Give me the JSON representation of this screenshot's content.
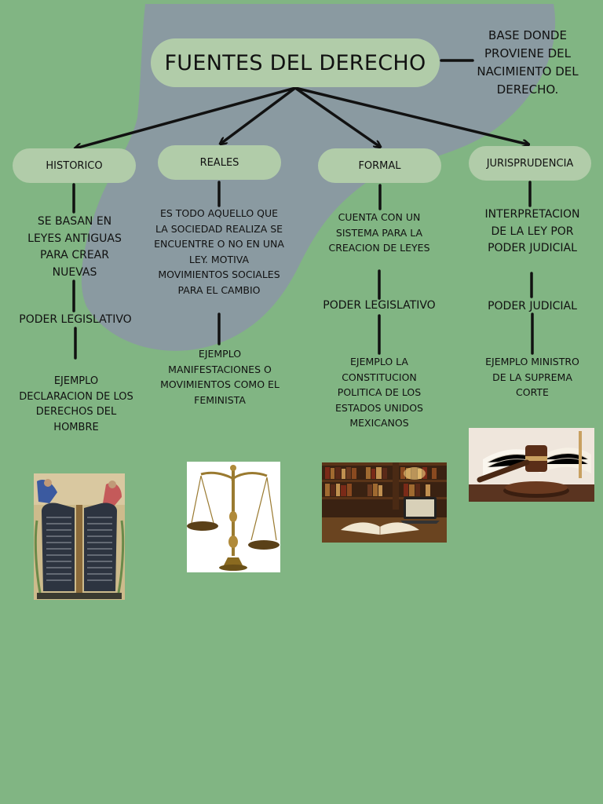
{
  "title": "FUENTES DEL DERECHO",
  "note": "BASE DONDE PROVIENE DEL NACIMIENTO DEL DERECHO.",
  "colors": {
    "background": "#81b583",
    "blob": "#8a9aa1",
    "pill": "#b1cca9",
    "line": "#111111"
  },
  "branches": [
    {
      "label": "HISTORICO",
      "description": "SE BASAN EN LEYES ANTIGUAS PARA CREAR NUEVAS",
      "power": "PODER LEGISLATIVO",
      "example": "EJEMPLO DECLARACION DE LOS DERECHOS DEL HOMBRE",
      "image_icon": "declaration-of-rights-image"
    },
    {
      "label": "REALES",
      "description": "ES TODO AQUELLO QUE LA SOCIEDAD REALIZA SE ENCUENTRE O NO EN UNA LEY. MOTIVA MOVIMIENTOS SOCIALES PARA EL CAMBIO",
      "power": "",
      "example": "EJEMPLO MANIFESTACIONES O MOVIMIENTOS COMO EL FEMINISTA",
      "image_icon": "scales-of-justice-image"
    },
    {
      "label": "FORMAL",
      "description": "CUENTA CON UN SISTEMA PARA LA CREACION DE LEYES",
      "power": "PODER LEGISLATIVO",
      "example": "EJEMPLO LA CONSTITUCION POLITICA DE LOS ESTADOS UNIDOS MEXICANOS",
      "image_icon": "law-library-image"
    },
    {
      "label": "JURISPRUDENCIA",
      "description": "INTERPRETACION DE LA LEY POR PODER JUDICIAL",
      "power": "PODER JUDICIAL",
      "example": "EJEMPLO MINISTRO DE LA SUPREMA CORTE",
      "image_icon": "gavel-and-book-image"
    }
  ]
}
